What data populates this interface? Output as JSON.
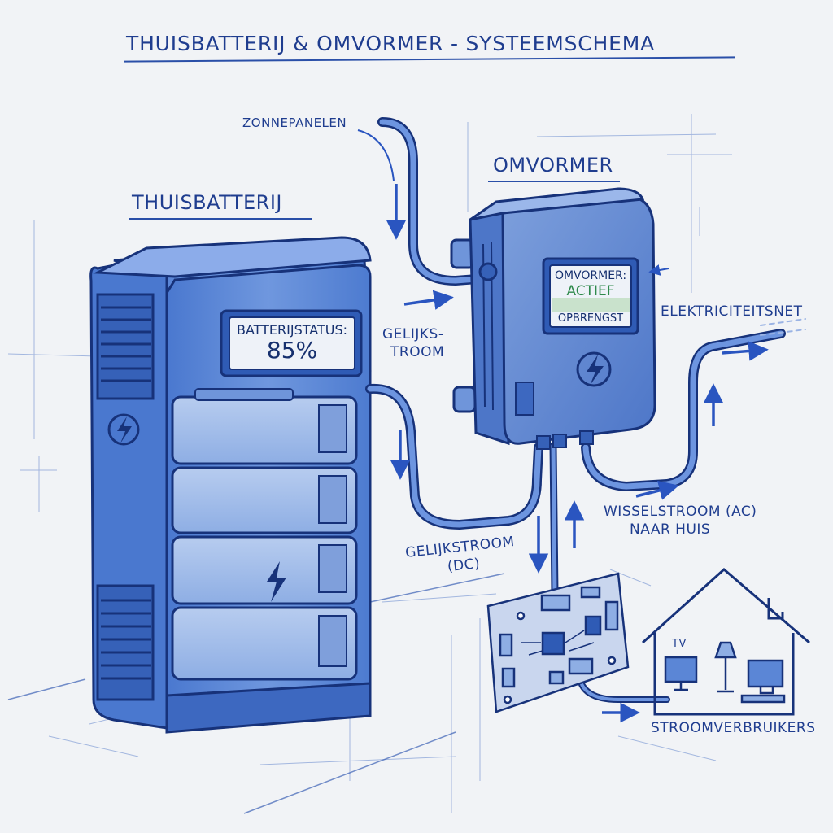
{
  "diagram": {
    "title": "THUISBATTERIJ & OMVORMER - SYSTEEMSCHEMA",
    "battery": {
      "heading": "THUISBATTERIJ",
      "status_label": "BATTERIJSTATUS:",
      "status_value": "85%"
    },
    "inverter": {
      "heading": "OMVORMER",
      "display_line1": "OMVORMER:",
      "display_status": "ACTIEF",
      "display_line3": "OPBRENGST"
    },
    "labels": {
      "solar": "ZONNEPANELEN",
      "dc_in_line1": "GELIJKS-",
      "dc_in_line2": "TROOM",
      "grid": "ELEKTRICITEITSNET",
      "ac_line1": "WISSELSTROOM (AC)",
      "ac_line2": "NAAR HUIS",
      "dc_line1": "GELIJKSTROOM",
      "dc_line2": "(DC)",
      "tv": "TV",
      "consumers": "STROOMVERBRUIKERS"
    },
    "colors": {
      "ink": "#1f3d8f",
      "battery_fill": "#5b86d6",
      "battery_light": "#9db8e8",
      "display_bg": "#eef2f8",
      "status_green": "#2f8a4c",
      "board": "#c9d6ee",
      "background": "#f1f3f6"
    }
  }
}
